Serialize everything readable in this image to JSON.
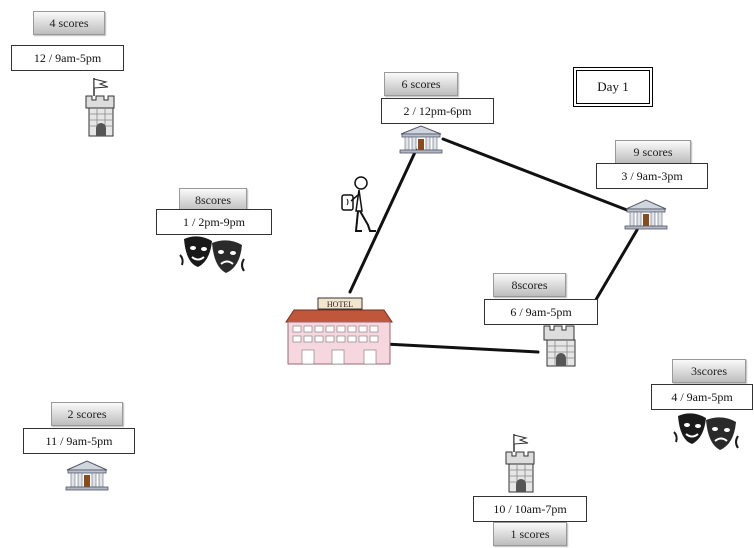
{
  "day_label": "Day 1",
  "places": [
    {
      "id": "p1",
      "icon": "castle-flag-icon",
      "scores": "4 scores",
      "info": "12 / 9am-5pm"
    },
    {
      "id": "p2",
      "icon": "museum-icon",
      "scores": "6 scores",
      "info": "2 / 12pm-6pm"
    },
    {
      "id": "p3",
      "icon": "theater-masks-icon",
      "scores": "8scores",
      "info": "1 / 2pm-9pm"
    },
    {
      "id": "p4",
      "icon": "museum-icon",
      "scores": "9 scores",
      "info": "3 / 9am-3pm"
    },
    {
      "id": "p5",
      "icon": "castle-icon",
      "scores": "8scores",
      "info": "6 / 9am-5pm"
    },
    {
      "id": "p6",
      "icon": "theater-masks-icon",
      "scores": "3scores",
      "info": "4 / 9am-5pm"
    },
    {
      "id": "p7",
      "icon": "museum-icon",
      "scores": "2 scores",
      "info": "11 / 9am-5pm"
    },
    {
      "id": "p8",
      "icon": "castle-flag-icon",
      "scores": "1 scores",
      "info": "10 / 10am-7pm"
    }
  ],
  "hotel": {
    "icon": "hotel-icon",
    "sign": "HOTEL"
  },
  "traveler": {
    "icon": "traveler-icon"
  },
  "route": [
    "hotel",
    "p2",
    "p4",
    "p5",
    "hotel"
  ]
}
